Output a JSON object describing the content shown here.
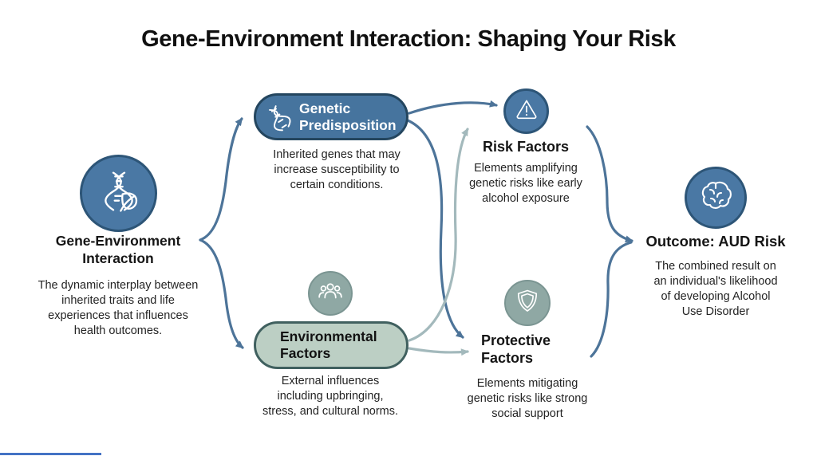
{
  "title": "Gene-Environment Interaction: Shaping Your Risk",
  "colors": {
    "node_blue": "#4a78a4",
    "node_blue_border": "#2d5577",
    "node_sage": "#8fa8a4",
    "pill_blue": "#46749e",
    "pill_green": "#bccfc4",
    "pill_green_border": "#40605f",
    "arrow_dark": "#4d7499",
    "arrow_light": "#a3b9bc",
    "bottom_bar_blue": "#4472c4"
  },
  "nodes": {
    "gene_environment": {
      "icon": "dna-leaf-icon",
      "label": "Gene-Environment\nInteraction",
      "description": "The dynamic interplay between\ninherited traits and life\nexperiences that influences\nhealth outcomes."
    },
    "genetic_predisposition": {
      "icon": "dna-icon",
      "label": "Genetic\nPredisposition",
      "description": "Inherited genes that may\nincrease susceptibility to\ncertain conditions."
    },
    "environmental_factors": {
      "icon": "people-group-icon",
      "label": "Environmental\nFactors",
      "description": "External influences\nincluding upbringing,\nstress, and cultural norms."
    },
    "risk_factors": {
      "icon": "warning-triangle-icon",
      "label": "Risk Factors",
      "description": "Elements amplifying\ngenetic risks like early\nalcohol exposure"
    },
    "protective_factors": {
      "icon": "shield-icon",
      "label": "Protective\nFactors",
      "description": "Elements mitigating\ngenetic risks like strong\nsocial support"
    },
    "outcome": {
      "icon": "brain-icon",
      "label": "Outcome: AUD Risk",
      "description": "The combined result on\nan individual's likelihood\nof developing Alcohol\nUse Disorder"
    }
  }
}
